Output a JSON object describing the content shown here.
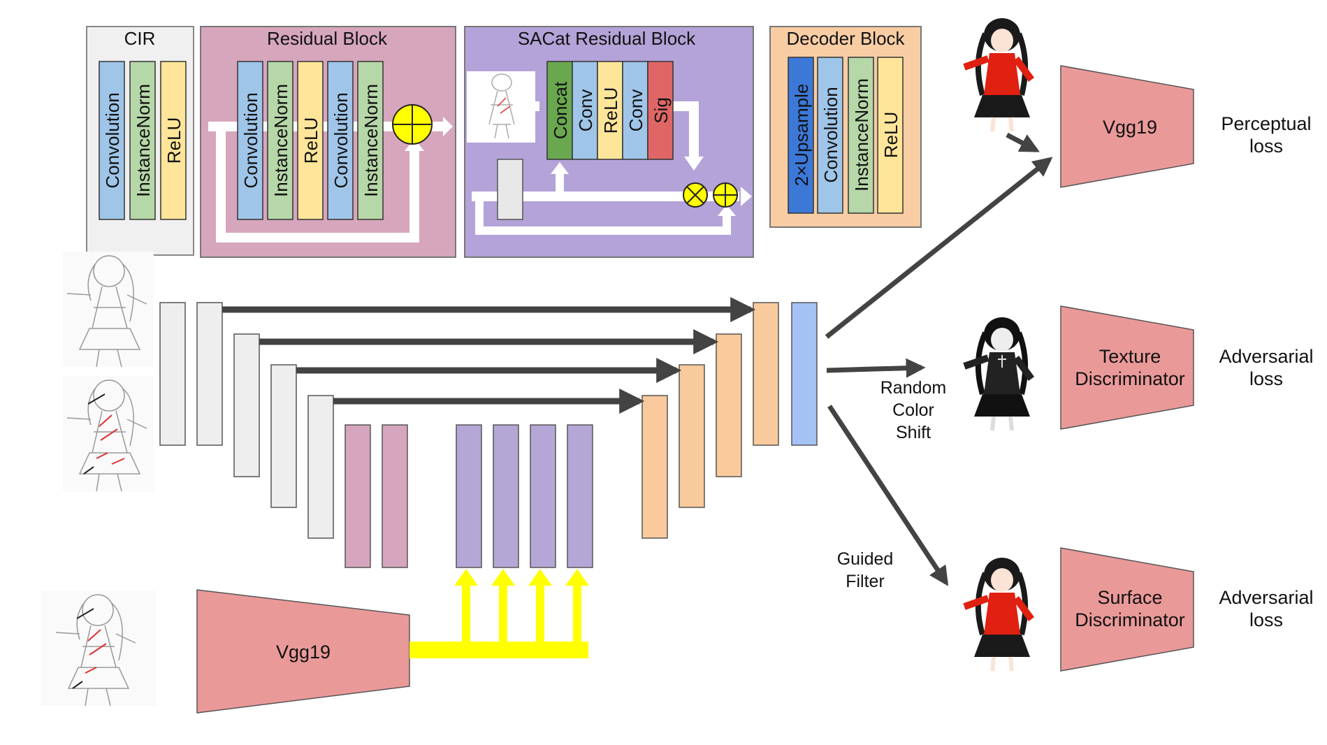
{
  "colors": {
    "gray_panel": "#f0f0f0",
    "residual_panel": "#d6a6bc",
    "sacat_panel": "#b3a3d8",
    "decoder_panel": "#f8cda4",
    "conv": "#9fc5e8",
    "norm": "#b6d7a8",
    "relu": "#ffe599",
    "concat": "#6aa84f",
    "sig": "#e06666",
    "upsample": "#3c78d8",
    "encoder_bar": "#eeeeee",
    "residual_bar": "#d5a6bd",
    "sacat_bar": "#b4a7d6",
    "decoder_bar": "#f9cb9c",
    "output_bar": "#a4c2f4",
    "vgg": "#ea9999",
    "yellow": "#ffff00",
    "arrow": "#434343"
  },
  "blocks": {
    "cir": {
      "title": "CIR",
      "layers": [
        "Convolution",
        "InstanceNorm",
        "ReLU"
      ]
    },
    "residual": {
      "title": "Residual Block",
      "layers": [
        "Convolution",
        "InstanceNorm",
        "ReLU",
        "Convolution",
        "InstanceNorm"
      ]
    },
    "sacat": {
      "title": "SACat Residual Block",
      "layers": [
        "Concat",
        "Conv",
        "ReLU",
        "Conv",
        "Sig"
      ]
    },
    "decoder": {
      "title": "Decoder Block",
      "layers": [
        "2×Upsample",
        "Convolution",
        "InstanceNorm",
        "ReLU"
      ]
    }
  },
  "network": {
    "vgg_label": "Vgg19"
  },
  "discriminators": {
    "perceptual": {
      "label": "Vgg19",
      "loss": [
        "Perceptual",
        "loss"
      ]
    },
    "texture": {
      "label": [
        "Texture",
        "Discriminator"
      ],
      "loss": [
        "Adversarial",
        "loss"
      ]
    },
    "surface": {
      "label": [
        "Surface",
        "Discriminator"
      ],
      "loss": [
        "Adversarial",
        "loss"
      ]
    }
  },
  "annotations": {
    "random_color_shift": [
      "Random",
      "Color",
      "Shift"
    ],
    "guided_filter": [
      "Guided",
      "Filter"
    ]
  }
}
